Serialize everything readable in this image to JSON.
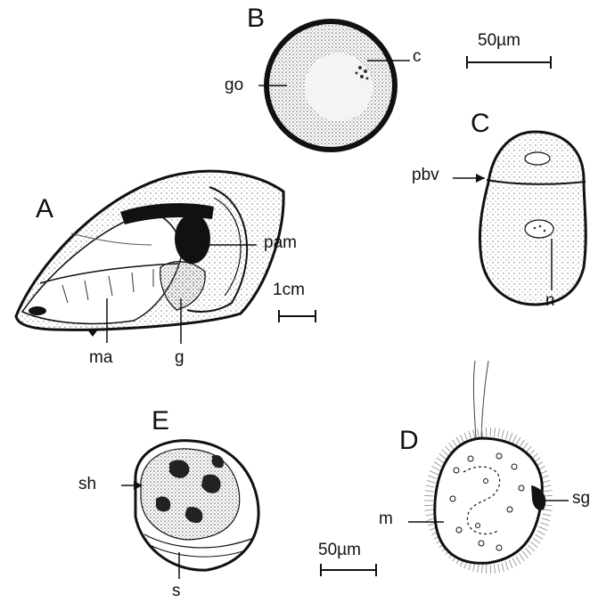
{
  "panels": {
    "A": {
      "letter": "A",
      "labels": {
        "pam": "pam",
        "ma": "ma",
        "g": "g"
      },
      "scale": "1cm"
    },
    "B": {
      "letter": "B",
      "labels": {
        "go": "go",
        "c": "c"
      },
      "scale": "50µm"
    },
    "C": {
      "letter": "C",
      "labels": {
        "pbv": "pbv",
        "n": "n"
      }
    },
    "D": {
      "letter": "D",
      "labels": {
        "m": "m",
        "sg": "sg"
      }
    },
    "E": {
      "letter": "E",
      "labels": {
        "sh": "sh",
        "s": "s"
      },
      "scale": "50µm"
    }
  },
  "colors": {
    "ink": "#111111",
    "stipple": "#8a8a8a",
    "paper": "#ffffff"
  }
}
